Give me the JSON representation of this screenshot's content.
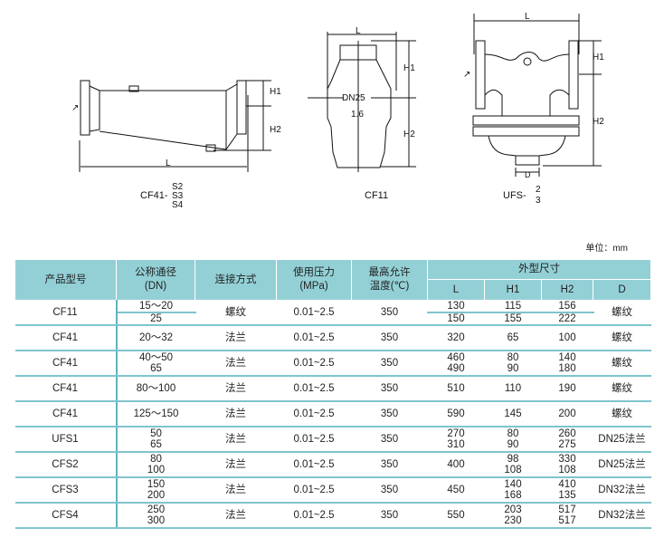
{
  "diagrams": {
    "cf41": {
      "caption_prefix": "CF41-",
      "suffixes": [
        "S2",
        "S3",
        "S4"
      ],
      "L": "L",
      "H1": "H1",
      "H2": "H2"
    },
    "cf11": {
      "caption": "CF11",
      "L": "L",
      "H1": "H1",
      "H2": "H2",
      "dn": "DN25",
      "pn": "1.6"
    },
    "ufs": {
      "caption_prefix": "UFS-",
      "num_top": "2",
      "num_bottom": "3",
      "L": "L",
      "H1": "H1",
      "H2": "H2",
      "D": "D"
    }
  },
  "unit_label": "单位：mm",
  "table": {
    "headers": {
      "model": "产品型号",
      "dn": [
        "公称通径",
        "(DN)"
      ],
      "connection": "连接方式",
      "pressure": [
        "使用压力",
        "(MPa)"
      ],
      "temp": [
        "最高允许",
        "温度(℃)"
      ],
      "dimensions": "外型尺寸",
      "L": "L",
      "H1": "H1",
      "H2": "H2",
      "D": "D"
    },
    "rows": [
      {
        "model": "CF11",
        "dn": [
          "15～20",
          "25"
        ],
        "conn": "螺纹",
        "pressure": "0.01~2.5",
        "temp": "350",
        "L": [
          "130",
          "150"
        ],
        "H1": [
          "115",
          "155"
        ],
        "H2": [
          "156",
          "222"
        ],
        "D": "螺纹",
        "split": true
      },
      {
        "model": "CF41",
        "dn": [
          "20～32"
        ],
        "conn": "法兰",
        "pressure": "0.01~2.5",
        "temp": "350",
        "L": [
          "320"
        ],
        "H1": [
          "65"
        ],
        "H2": [
          "100"
        ],
        "D": "螺纹"
      },
      {
        "model": "CF41",
        "dn": [
          "40～50",
          "65"
        ],
        "conn": "法兰",
        "pressure": "0.01~2.5",
        "temp": "350",
        "L": [
          "460",
          "490"
        ],
        "H1": [
          "80",
          "90"
        ],
        "H2": [
          "140",
          "180"
        ],
        "D": "螺纹"
      },
      {
        "model": "CF41",
        "dn": [
          "80～100"
        ],
        "conn": "法兰",
        "pressure": "0.01~2.5",
        "temp": "350",
        "L": [
          "510"
        ],
        "H1": [
          "110"
        ],
        "H2": [
          "190"
        ],
        "D": "螺纹"
      },
      {
        "model": "CF41",
        "dn": [
          "125～150"
        ],
        "conn": "法兰",
        "pressure": "0.01~2.5",
        "temp": "350",
        "L": [
          "590"
        ],
        "H1": [
          "145"
        ],
        "H2": [
          "200"
        ],
        "D": "螺纹"
      },
      {
        "model": "UFS1",
        "dn": [
          "50",
          "65"
        ],
        "conn": "法兰",
        "pressure": "0.01~2.5",
        "temp": "350",
        "L": [
          "270",
          "310"
        ],
        "H1": [
          "80",
          "90"
        ],
        "H2": [
          "260",
          "275"
        ],
        "D": "DN25法兰"
      },
      {
        "model": "CFS2",
        "dn": [
          "80",
          "100"
        ],
        "conn": "法兰",
        "pressure": "0.01~2.5",
        "temp": "350",
        "L": [
          "400"
        ],
        "H1": [
          "98",
          "108"
        ],
        "H2": [
          "330",
          "108"
        ],
        "D": "DN25法兰"
      },
      {
        "model": "CFS3",
        "dn": [
          "150",
          "200"
        ],
        "conn": "法兰",
        "pressure": "0.01~2.5",
        "temp": "350",
        "L": [
          "450"
        ],
        "H1": [
          "140",
          "168"
        ],
        "H2": [
          "410",
          "135"
        ],
        "D": "DN32法兰"
      },
      {
        "model": "CFS4",
        "dn": [
          "250",
          "300"
        ],
        "conn": "法兰",
        "pressure": "0.01~2.5",
        "temp": "350",
        "L": [
          "550"
        ],
        "H1": [
          "203",
          "230"
        ],
        "H2": [
          "517",
          "517"
        ],
        "D": "DN32法兰"
      }
    ]
  }
}
